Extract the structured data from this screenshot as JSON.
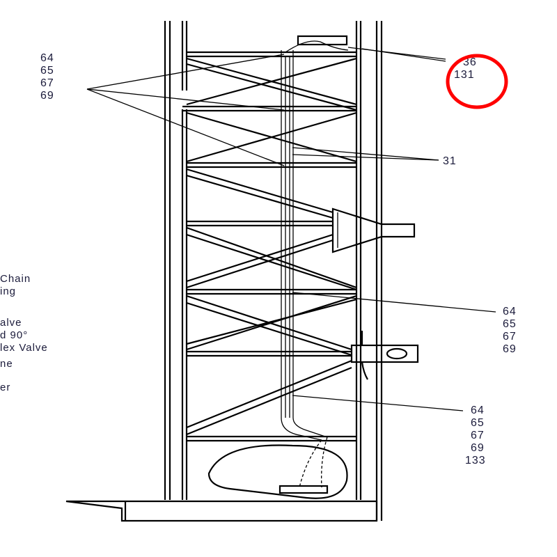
{
  "callouts": {
    "top_left": [
      "64",
      "65",
      "67",
      "69"
    ],
    "top_right": [
      "36",
      "131"
    ],
    "mid_right": [
      "31"
    ],
    "right_middle": [
      "64",
      "65",
      "67",
      "69"
    ],
    "right_lower": [
      "64",
      "65",
      "67",
      "69",
      "133"
    ]
  },
  "legend_fragments": [
    "Chain",
    "ing",
    "alve",
    "d 90°",
    "lex Valve",
    "ne",
    "er"
  ],
  "highlight": {
    "color": "#ff0000",
    "target": "131"
  }
}
